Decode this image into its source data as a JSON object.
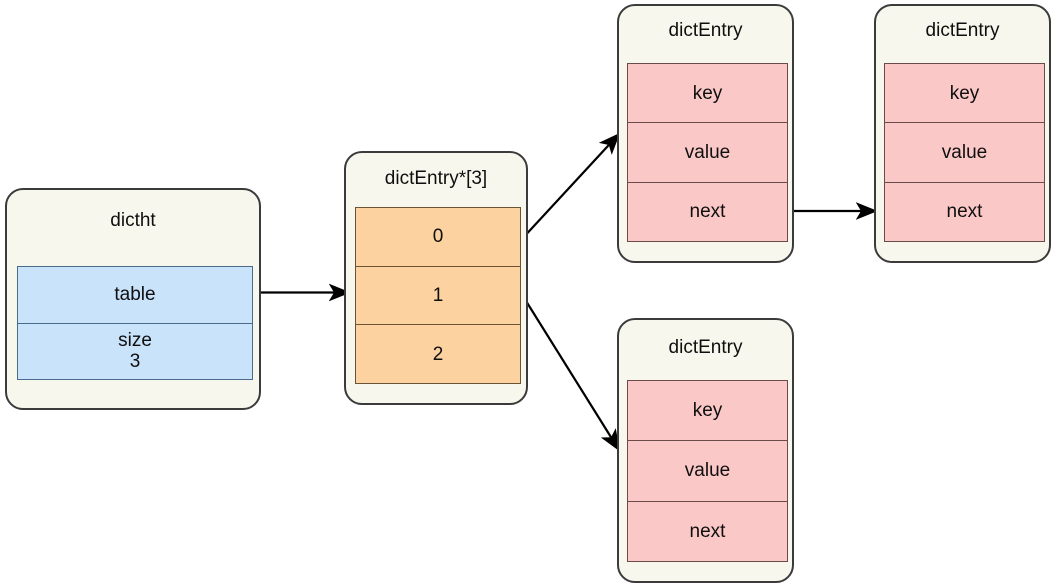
{
  "diagram": {
    "title": "dictht hash table with dictEntry buckets",
    "colors": {
      "card_fill": "#f8f7ed",
      "card_stroke": "#3b3b3b",
      "blue_fill": "#c9e3fb",
      "blue_stroke": "#4a6b8a",
      "orange_fill": "#fbd2a0",
      "orange_stroke": "#6b5436",
      "pink_fill": "#fbc8c8",
      "pink_stroke": "#6b4a4a",
      "arrow": "#000000",
      "background": "#ffffff"
    },
    "nodes": {
      "dictht": {
        "title": "dictht",
        "fields": [
          {
            "label": "table",
            "sub": ""
          },
          {
            "label": "size",
            "sub": "3"
          }
        ]
      },
      "table_array": {
        "title": "dictEntry*[3]",
        "fields": [
          {
            "label": "0"
          },
          {
            "label": "1"
          },
          {
            "label": "2"
          }
        ]
      },
      "entry_top_left": {
        "title": "dictEntry",
        "fields": [
          {
            "label": "key"
          },
          {
            "label": "value"
          },
          {
            "label": "next"
          }
        ]
      },
      "entry_top_right": {
        "title": "dictEntry",
        "fields": [
          {
            "label": "key"
          },
          {
            "label": "value"
          },
          {
            "label": "next"
          }
        ]
      },
      "entry_bottom": {
        "title": "dictEntry",
        "fields": [
          {
            "label": "key"
          },
          {
            "label": "value"
          },
          {
            "label": "next"
          }
        ]
      }
    },
    "edges": [
      {
        "name": "dictht-table-to-array",
        "from": "dictht.table",
        "to": "table_array",
        "style": "straight-horizontal"
      },
      {
        "name": "array-0-to-entry-top-left",
        "from": "table_array.0",
        "to": "entry_top_left",
        "style": "diagonal-up"
      },
      {
        "name": "array-1-to-entry-bottom",
        "from": "table_array.1",
        "to": "entry_bottom",
        "style": "diagonal-down"
      },
      {
        "name": "entry-top-left-next-to-entry-top-right",
        "from": "entry_top_left.next",
        "to": "entry_top_right",
        "style": "straight-horizontal"
      }
    ]
  }
}
